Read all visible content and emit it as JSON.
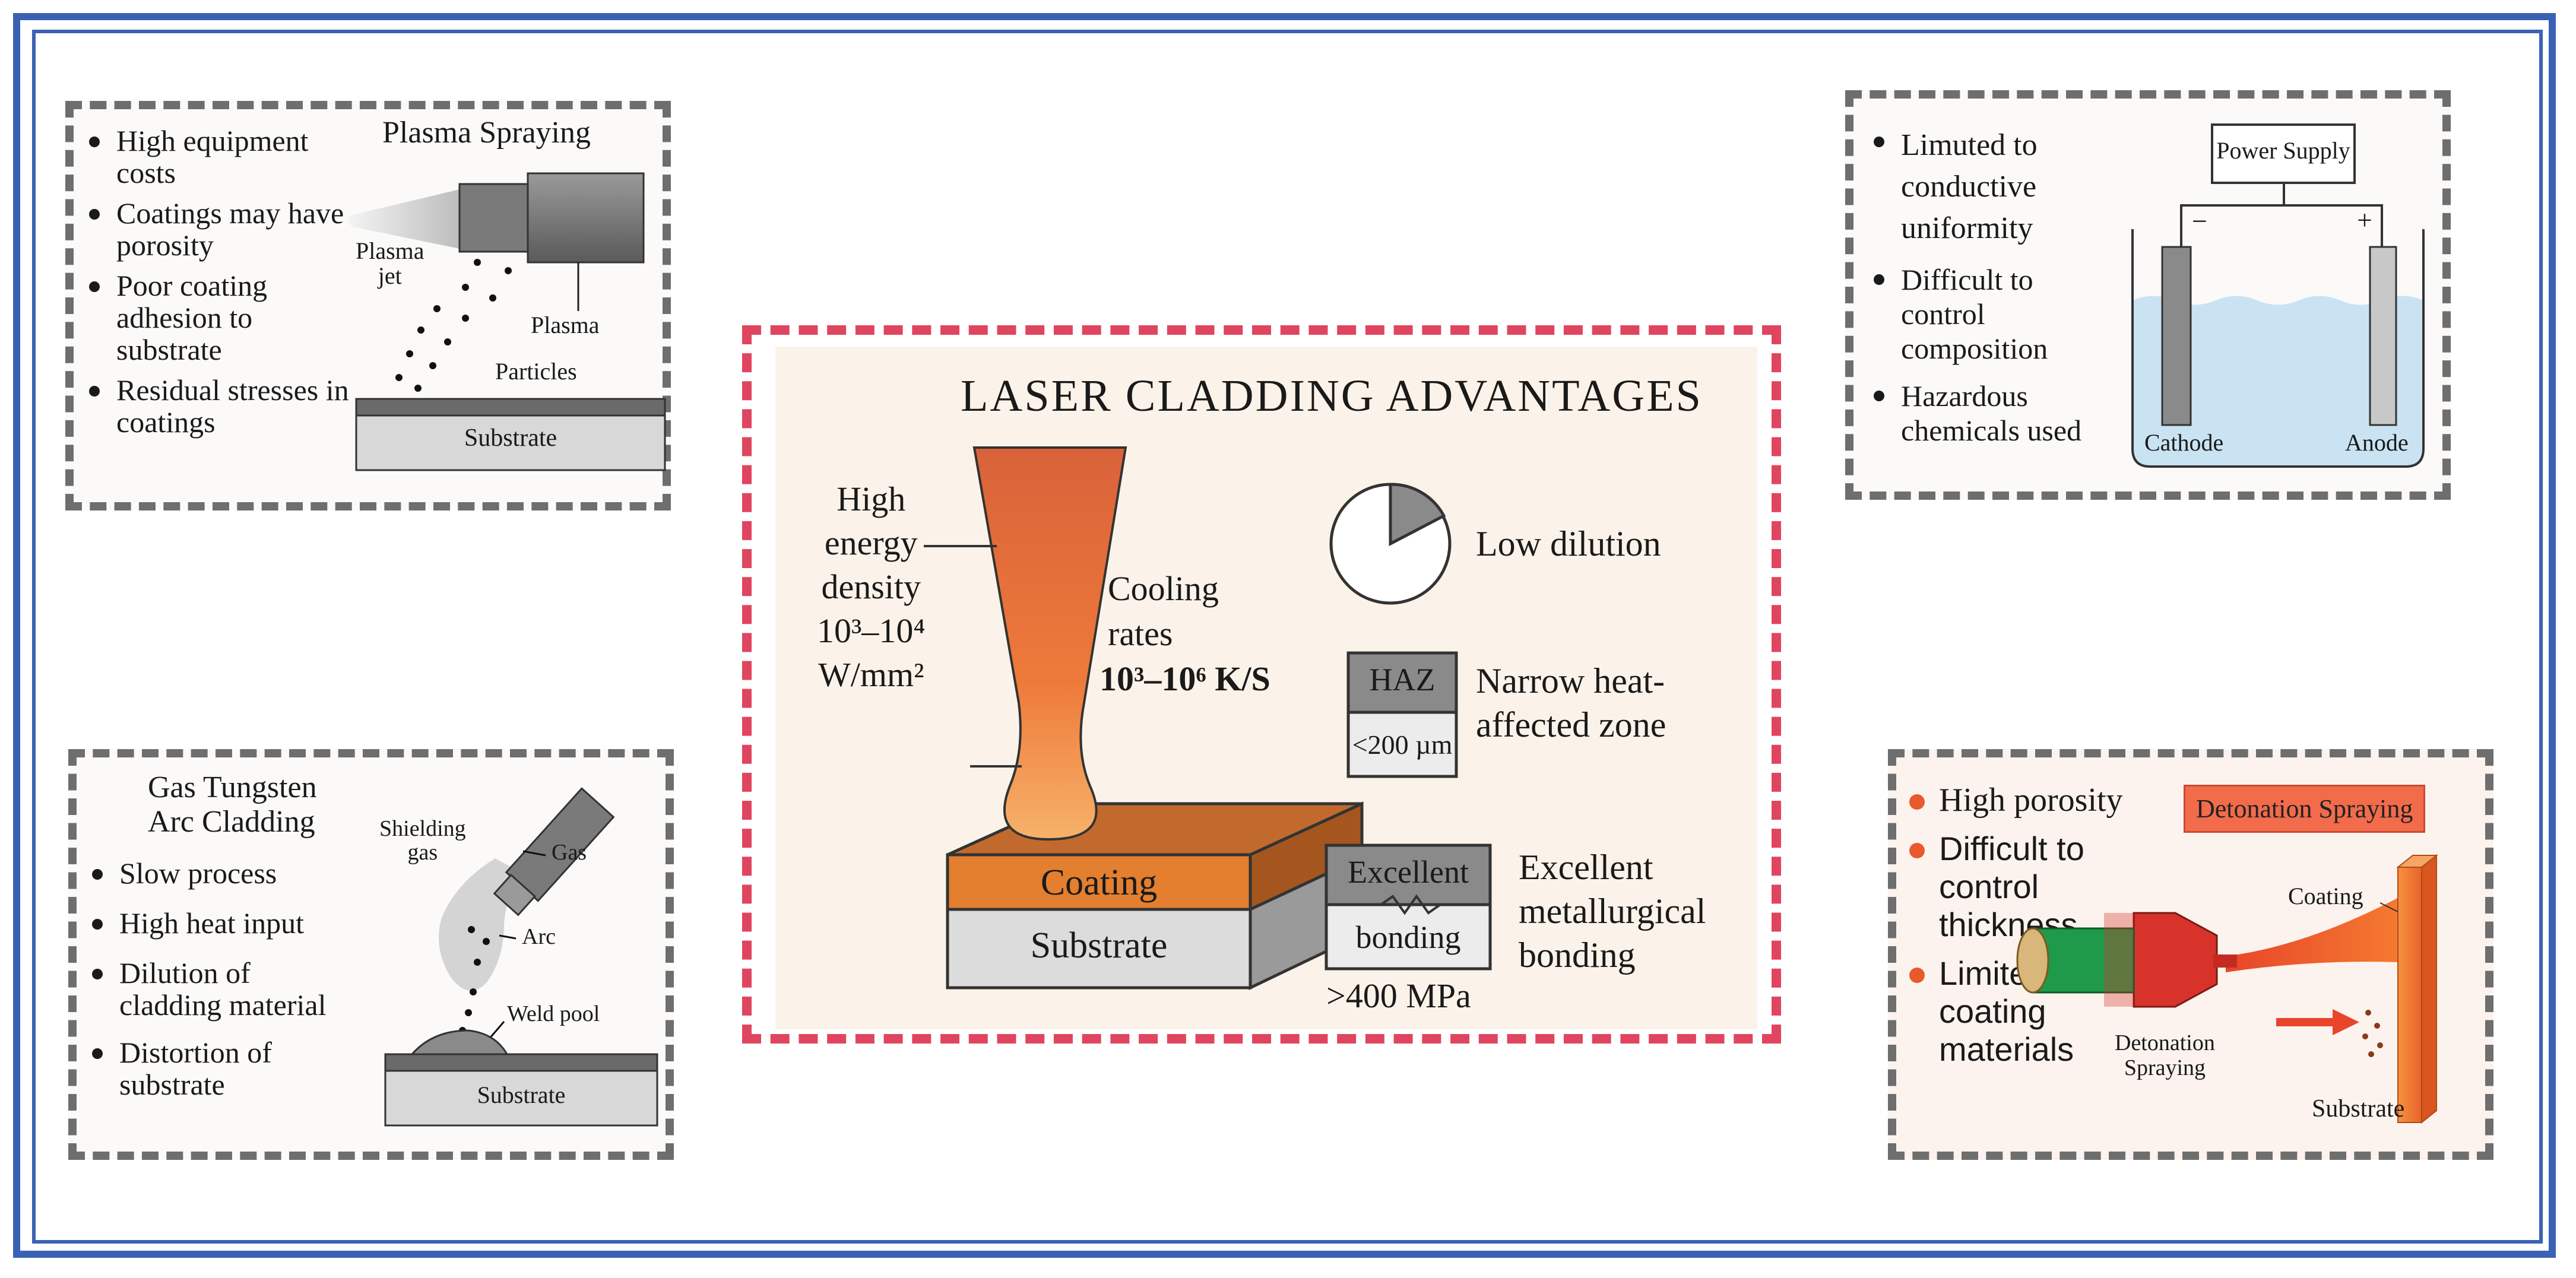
{
  "plasma": {
    "title": "Plasma Spraying",
    "bullets": [
      "High equipment costs",
      "Coatings may have porosity",
      "Poor coating adhesion to substrate",
      "Residual stresses in coatings"
    ],
    "labels": {
      "jet_line1": "Plasma",
      "jet_line2": "jet",
      "plasma": "Plasma",
      "particles": "Particles",
      "substrate": "Substrate"
    }
  },
  "gtac": {
    "title_line1": "Gas Tungsten",
    "title_line2": "Arc Cladding",
    "bullets": [
      "Slow process",
      "High heat input",
      "Dilution of cladding material",
      "Distortion of substrate"
    ],
    "labels": {
      "shield_line1": "Shielding",
      "shield_line2": "gas",
      "gas": "Gas",
      "arc": "Arc",
      "weld_pool": "Weld pool",
      "substrate": "Substrate"
    }
  },
  "electro": {
    "bullets": [
      "Limuted to conductive uniformity",
      "Difficult to control composition",
      "Hazardous chemicals used"
    ],
    "labels": {
      "power_supply": "Power Supply",
      "minus": "−",
      "plus": "+",
      "cathode": "Cathode",
      "anode": "Anode"
    }
  },
  "detonation": {
    "title": "Detonation Spraying",
    "bullets": [
      "High porosity",
      "Difficult to control thickness",
      "Limited coating materials"
    ],
    "labels": {
      "coating": "Coating",
      "gun_line1": "Detonation",
      "gun_line2": "Spraying",
      "substrate": "Substrate"
    }
  },
  "laser": {
    "title": "LASER CLADDING ADVANTAGES",
    "energy": {
      "line1": "High",
      "line2": "energy",
      "line3": "density",
      "line4": "10³–10⁴",
      "line5": "W/mm²"
    },
    "cooling": {
      "line1": "Cooling",
      "line2": "rates",
      "value": "10³–10⁶ K/S"
    },
    "block": {
      "coating": "Coating",
      "substrate": "Substrate"
    },
    "dilution": {
      "label": "Low dilution"
    },
    "haz": {
      "tag": "HAZ",
      "size": "<200 µm",
      "line1": "Narrow heat-",
      "line2": "affected zone"
    },
    "bonding": {
      "tag_top": "Excellent",
      "tag_bottom": "bonding",
      "strength": ">400 MPa",
      "line1": "Excellent",
      "line2": "metallurgical",
      "line3": "bonding"
    }
  },
  "colors": {
    "frame": "#3a62b4",
    "center_border": "#e0455f",
    "accent_orange": "#e85a2c",
    "panel_border": "#6e6e6e"
  }
}
